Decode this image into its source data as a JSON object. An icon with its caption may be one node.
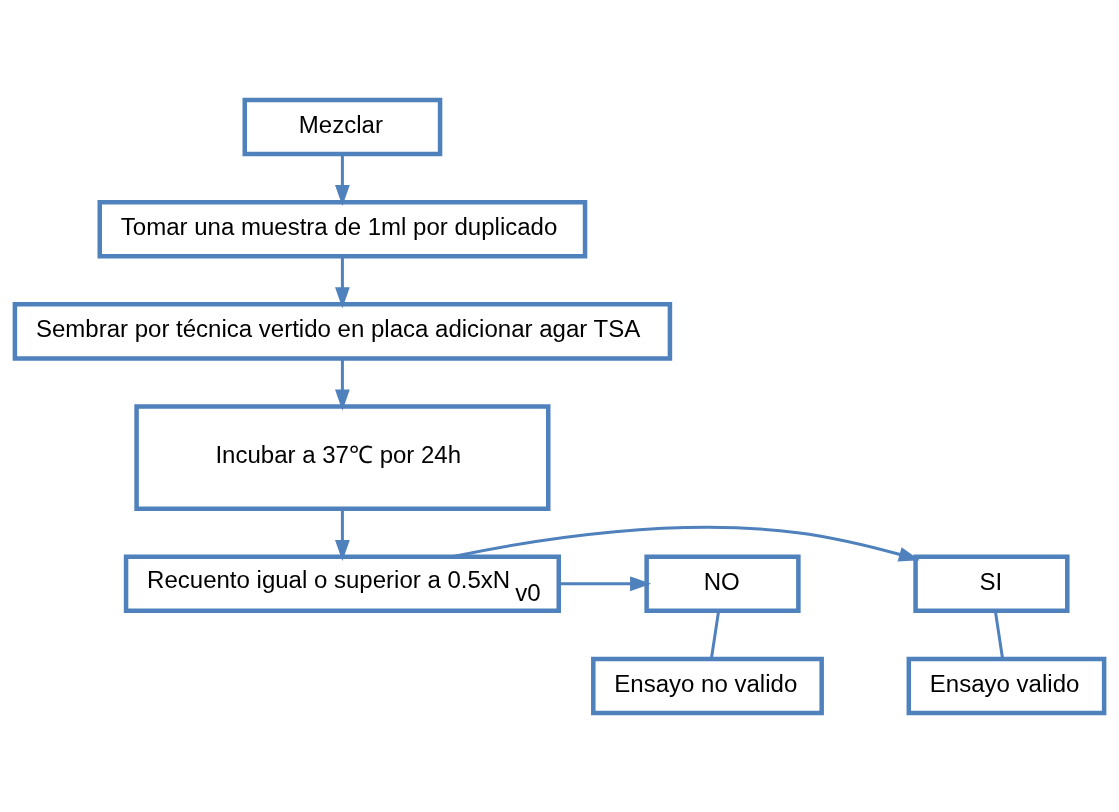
{
  "diagram": {
    "nodes": [
      {
        "text": [
          "Mezclar"
        ]
      },
      {
        "text": [
          "Tomar una muestra de 1ml por duplicado"
        ]
      },
      {
        "text": [
          "Sembrar por técnica vertido en placa adicionar agar TSA"
        ]
      },
      {
        "text": [
          "Incubar a 37℃ por 24h"
        ]
      },
      {
        "text": [
          "Recuento igual o superior a 0.5xN$_{v0}$"
        ]
      },
      {
        "text": [
          "SI"
        ]
      },
      {
        "text": [
          "NO"
        ]
      },
      {
        "text": [
          "Ensayo valido"
        ]
      },
      {
        "text": [
          "Ensayo no valido"
        ]
      }
    ],
    "edges": [
      {
        "from": 0,
        "to": 1,
        "arrow": "to"
      },
      {
        "from": 1,
        "to": 2,
        "arrow": "to"
      },
      {
        "from": 2,
        "to": 3,
        "arrow": "to"
      },
      {
        "from": 3,
        "to": 4,
        "arrow": "to"
      },
      {
        "from": 4,
        "to": 5,
        "arrow": "to"
      },
      {
        "from": 4,
        "to": 6,
        "arrow": "to"
      },
      {
        "from": 5,
        "to": 7,
        "arrow": "none"
      },
      {
        "from": 6,
        "to": 8,
        "arrow": "none"
      }
    ]
  }
}
